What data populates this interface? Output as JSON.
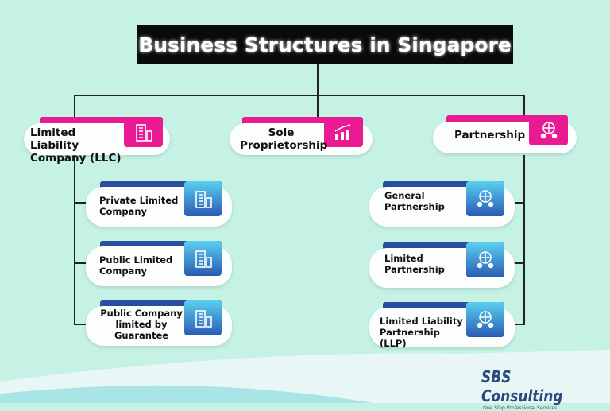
{
  "title": "Business Structures in Singapore",
  "level1": [
    {
      "label": "Limited Liability Company (LLC)",
      "icon": "buildings-icon"
    },
    {
      "label": "Sole Proprietorship",
      "icon": "growth-chart-icon"
    },
    {
      "label": "Partnership",
      "icon": "globe-people-icon"
    }
  ],
  "llc_types": [
    {
      "label": "Private Limited Company"
    },
    {
      "label": "Public Limited Company"
    },
    {
      "label": "Public Company limited by Guarantee"
    }
  ],
  "partnership_types": [
    {
      "label": "General Partnership"
    },
    {
      "label": "Limited Partnership"
    },
    {
      "label": "Limited Liability Partnership (LLP)"
    }
  ],
  "logo": {
    "name": "SBS Consulting",
    "tagline": "One Stop Professional Services"
  },
  "colors": {
    "background": "#c6f1e5",
    "level1_accent": "#ea1a93",
    "level2_accent": "#2a5ab4"
  }
}
